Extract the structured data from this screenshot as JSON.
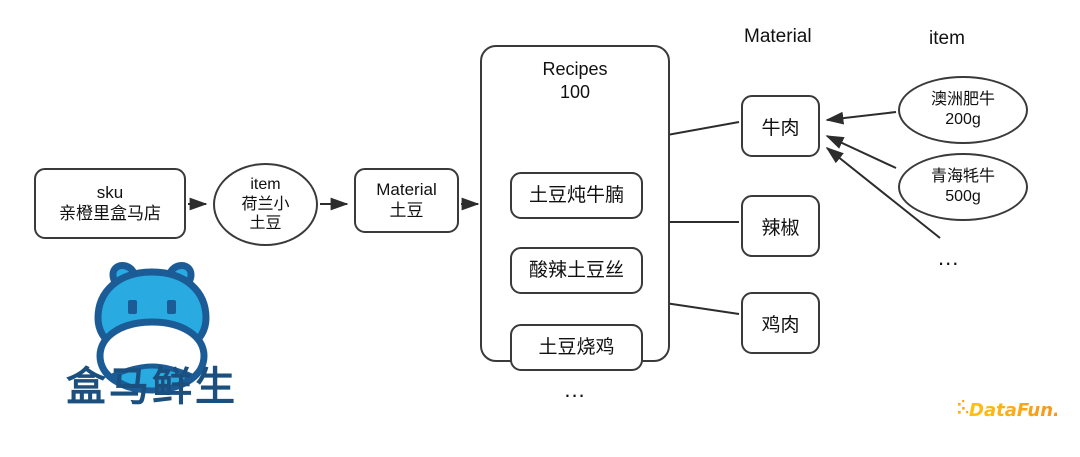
{
  "diagram": {
    "title_hidden": "",
    "flow": {
      "sku_node": {
        "line1": "sku",
        "line2": "亲橙里盒马店"
      },
      "item_node": {
        "line1": "item",
        "line2": "荷兰小",
        "line3": "土豆"
      },
      "material_node": {
        "line1": "Material",
        "line2": "土豆"
      }
    },
    "recipes": {
      "title_line1": "Recipes",
      "title_line2": "100",
      "items": [
        {
          "label": "土豆炖牛腩"
        },
        {
          "label": "酸辣土豆丝"
        },
        {
          "label": "土豆烧鸡"
        }
      ],
      "ellipsis": "..."
    },
    "material_column": {
      "header": "Material",
      "items": [
        {
          "label": "牛肉"
        },
        {
          "label": "辣椒"
        },
        {
          "label": "鸡肉"
        }
      ]
    },
    "item_column": {
      "header": "item",
      "items": [
        {
          "line1": "澳洲肥牛",
          "line2": "200g"
        },
        {
          "line1": "青海牦牛",
          "line2": "500g"
        }
      ],
      "ellipsis": "..."
    },
    "logos": {
      "hema": {
        "name": "hema-fresh-logo",
        "wordmark": "盒马鲜生",
        "primary_color": "#29ABE2",
        "outline_color": "#1B5B96",
        "leaf_color": "#8CC63F"
      },
      "datafun": {
        "name": "datafun-watermark",
        "text": "DataFun.",
        "color_start": "#FFC20E",
        "color_end": "#F7931E"
      }
    },
    "style": {
      "stroke": "#3a3a3a",
      "background": "#ffffff",
      "text_color": "#111111"
    }
  }
}
